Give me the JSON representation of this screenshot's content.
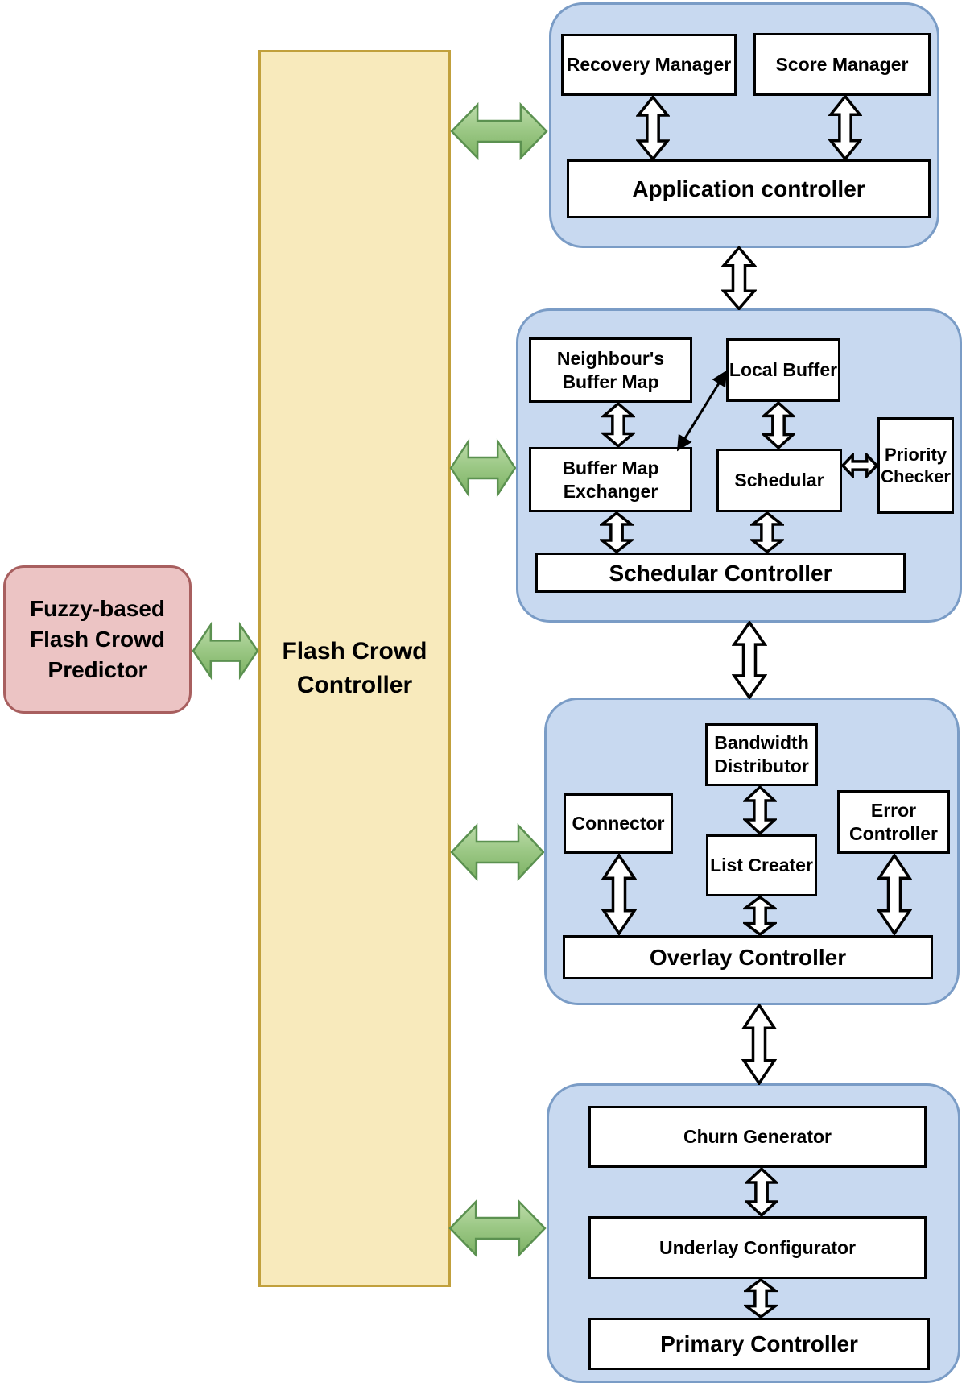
{
  "diagram": {
    "predictor_label": "Fuzzy-based\nFlash Crowd\nPredictor",
    "controller_label": "Flash Crowd\nController",
    "application_module": {
      "recovery_manager": "Recovery Manager",
      "score_manager": "Score Manager",
      "controller": "Application controller"
    },
    "scheduler_module": {
      "neighbours_buffer_map": "Neighbour's\nBuffer Map",
      "local_buffer": "Local Buffer",
      "buffer_map_exchanger": "Buffer Map\nExchanger",
      "schedular": "Schedular",
      "priority_checker": "Priority\nChecker",
      "controller": "Schedular Controller"
    },
    "overlay_module": {
      "bandwidth_distributor": "Bandwidth\nDistributor",
      "connector": "Connector",
      "list_creater": "List Creater",
      "error_controller": "Error\nController",
      "controller": "Overlay Controller"
    },
    "underlay_module": {
      "churn_generator": "Churn Generator",
      "underlay_configurator": "Underlay Configurator",
      "controller": "Primary  Controller"
    },
    "colors": {
      "module_fill": "#c8d9f0",
      "module_border": "#7a9cc6",
      "predictor_fill": "#ecc4c4",
      "predictor_border": "#a85f5f",
      "controller_fill": "#f8eabc",
      "controller_border": "#c1a03c",
      "link_arrow_fill": "#9dc987",
      "link_arrow_border": "#5b9150",
      "box_fill": "#ffffff",
      "box_border": "#000000"
    }
  }
}
